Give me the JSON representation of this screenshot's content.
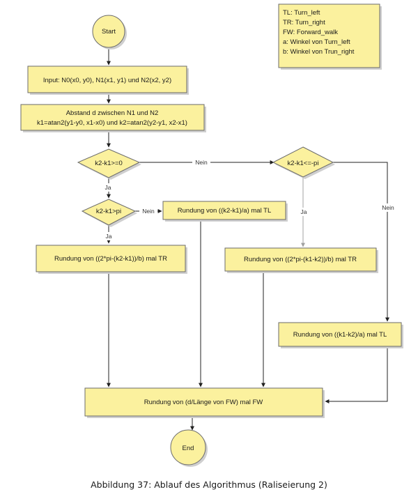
{
  "nodes": {
    "start": "Start",
    "end": "End",
    "input": "Input: N0(x0, y0), N1(x1, y1) und N2(x2, y2)",
    "compute_line1": "Abstand d zwischen N1 und N2",
    "compute_line2": "k1=atan2(y1-y0, x1-x0) und k2=atan2(y2-y1, x2-x1)",
    "decision_k2k1_ge0": "k2-k1>=0",
    "decision_k2k1_le_negpi": "k2-k1<=-pi",
    "decision_k2k1_gt_pi": "k2-k1>pi",
    "tl_round_a": "Rundung von ((k2-k1)/a) mal TL",
    "tr_round_b": "Rundung von ((2*pi-(k2-k1))/b) mal TR",
    "tr_round_b2": "Rundung von ((2*pi-(k1-k2))/b) mal TR",
    "tl_round_a2": "Rundung von ((k1-k2)/a) mal TL",
    "fw_round": "Rundung von (d/Länge von FW) mal FW"
  },
  "edge_labels": {
    "nein_top": "Nein",
    "ja_left": "Ja",
    "nein_mid": "Nein",
    "ja_lower": "Ja",
    "ja_right": "Ja",
    "nein_right": "Nein"
  },
  "legend": [
    "TL: Turn_left",
    "TR: Turn_right",
    "FW: Forward_walk",
    "a: Winkel von Turn_left",
    "b: Winkel von Trun_right"
  ],
  "caption": "Abbildung 37: Ablauf des Algorithmus (Raliseierung 2)",
  "colors": {
    "node_fill": "#fbf19e",
    "node_border": "#6b6b6b",
    "connector": "#202020"
  }
}
